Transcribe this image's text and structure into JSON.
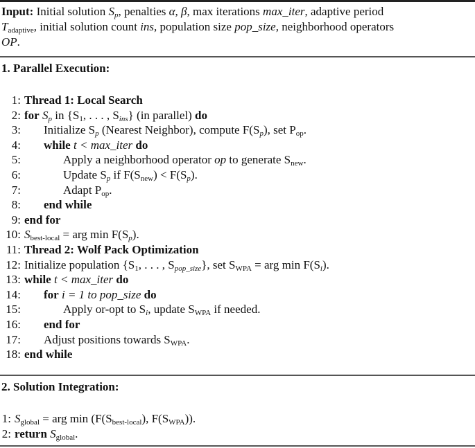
{
  "input": {
    "label": "Input:",
    "text_parts": {
      "p1": " Initial solution ",
      "Sp": "S",
      "Sp_sub": "p",
      "p2": ", penalties ",
      "alphabeta": "α, β",
      "p3": ", max iterations ",
      "max_iter": "max_iter",
      "p4": ", adaptive period",
      "T": "T",
      "T_sub": "adaptive",
      "p5": ", initial solution count ",
      "ins": "ins",
      "p6": ", population size ",
      "pop_size": "pop_size",
      "p7": ", neighborhood operators",
      "OP": "OP",
      "p8": "."
    }
  },
  "section1": {
    "title": "1. Parallel Execution:",
    "lines": [
      {
        "num": "1:",
        "text": "Thread 1: Local Search"
      },
      {
        "num": "2:",
        "kw1": "for",
        "a": " S",
        "a_sub": "p",
        "b": " in {S",
        "b_sub": "1",
        "c": ", . . . , S",
        "c_sub": "ins",
        "d": "} (in parallel) ",
        "kw2": "do"
      },
      {
        "num": "3:",
        "a": "Initialize S",
        "a_sub": "p",
        "b": " (Nearest Neighbor), compute F(S",
        "b_sub": "p",
        "c": "), set P",
        "c_sub": "op",
        "d": "."
      },
      {
        "num": "4:",
        "kw1": "while",
        "a": " t < ",
        "b": "max_iter",
        "kw2": " do"
      },
      {
        "num": "5:",
        "a": "Apply a neighborhood operator ",
        "b": "op",
        "c": " to generate S",
        "c_sub": "new",
        "d": "."
      },
      {
        "num": "6:",
        "a": "Update S",
        "a_sub": "p",
        "b": " if F(S",
        "b_sub": "new",
        "c": ") < F(S",
        "c_sub": "p",
        "d": ")."
      },
      {
        "num": "7:",
        "a": "Adapt P",
        "a_sub": "op",
        "b": "."
      },
      {
        "num": "8:",
        "kw1": "end while"
      },
      {
        "num": "9:",
        "kw1": "end for"
      },
      {
        "num": "10:",
        "a": "S",
        "a_sub": "best-local",
        "b": " = arg min F(S",
        "b_sub": "p",
        "c": ")."
      },
      {
        "num": "11:",
        "text": "Thread 2: Wolf Pack Optimization"
      },
      {
        "num": "12:",
        "a": "Initialize population {S",
        "a_sub": "1",
        "b": ", . . . , S",
        "b_sub": "pop_size",
        "c": "}, set S",
        "c_sub": "WPA",
        "d": " = arg min F(S",
        "d_sub": "i",
        "e": ")."
      },
      {
        "num": "13:",
        "kw1": "while",
        "a": " t < ",
        "b": "max_iter",
        "kw2": " do"
      },
      {
        "num": "14:",
        "kw1": "for",
        "a": " i = 1 to ",
        "b": "pop_size",
        "kw2": " do"
      },
      {
        "num": "15:",
        "a": "Apply or-opt to S",
        "a_sub": "i",
        "b": ", update S",
        "b_sub": "WPA",
        "c": " if needed."
      },
      {
        "num": "16:",
        "kw1": "end for"
      },
      {
        "num": "17:",
        "a": "Adjust positions towards S",
        "a_sub": "WPA",
        "b": "."
      },
      {
        "num": "18:",
        "kw1": "end while"
      }
    ]
  },
  "section2": {
    "title": "2. Solution Integration:",
    "lines": [
      {
        "num": "1:",
        "a": "S",
        "a_sub": "global",
        "b": " = arg min (F(S",
        "b_sub": "best-local",
        "c": "), F(S",
        "c_sub": "WPA",
        "d": "))."
      },
      {
        "num": "2:",
        "kw1": "return",
        "a": " S",
        "a_sub": "global",
        "b": "."
      }
    ]
  }
}
